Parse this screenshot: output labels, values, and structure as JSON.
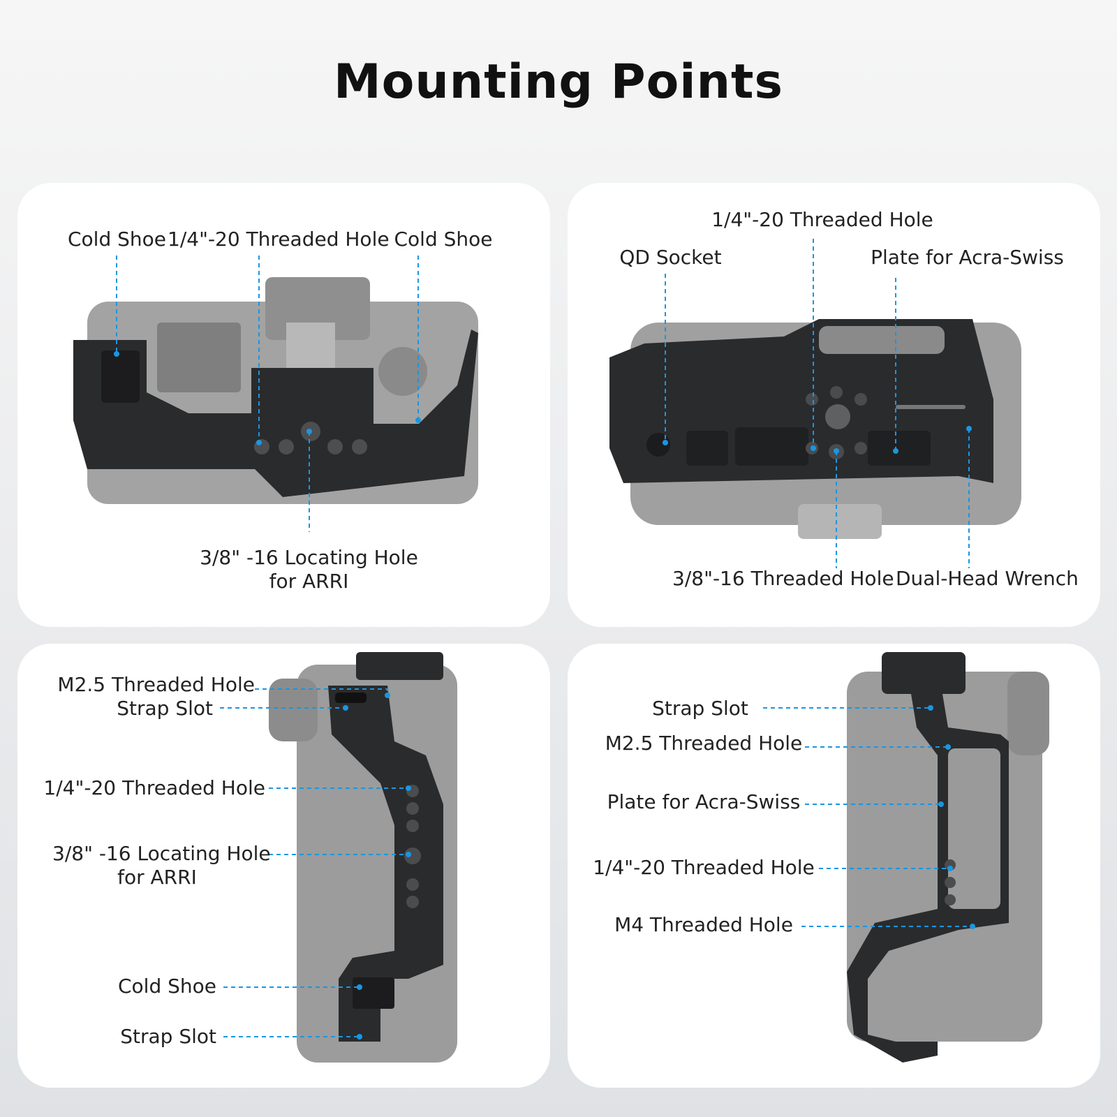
{
  "page": {
    "title": "Mounting Points"
  },
  "panel_top_view": {
    "cold_shoe_left": "Cold Shoe",
    "threaded_hole": "1/4\"-20 Threaded Hole",
    "cold_shoe_right": "Cold Shoe",
    "locating_hole_line1": "3/8\" -16 Locating Hole",
    "locating_hole_line2": "for ARRI"
  },
  "panel_bottom_view": {
    "threaded_hole_top": "1/4\"-20 Threaded Hole",
    "qd_socket": "QD Socket",
    "plate_acra": "Plate for Acra-Swiss",
    "threaded_hole_38": "3/8\"-16 Threaded Hole",
    "wrench": "Dual-Head Wrench"
  },
  "panel_left_side": {
    "m25": "M2.5 Threaded Hole",
    "strap_slot_top": "Strap Slot",
    "threaded_hole": "1/4\"-20 Threaded Hole",
    "locating_line1": "3/8\" -16 Locating Hole",
    "locating_line2": "for ARRI",
    "cold_shoe": "Cold Shoe",
    "strap_slot_bottom": "Strap Slot"
  },
  "panel_right_side": {
    "strap_slot": "Strap Slot",
    "m25": "M2.5 Threaded Hole",
    "plate_acra": "Plate for Acra-Swiss",
    "threaded_hole": "1/4\"-20 Threaded Hole",
    "m4": "M4 Threaded Hole"
  },
  "colors": {
    "accent_blue": "#1a96e0",
    "cage_black": "#2a2b2d",
    "camera_gray": "#9a9a9a",
    "panel_bg": "#ffffff"
  }
}
